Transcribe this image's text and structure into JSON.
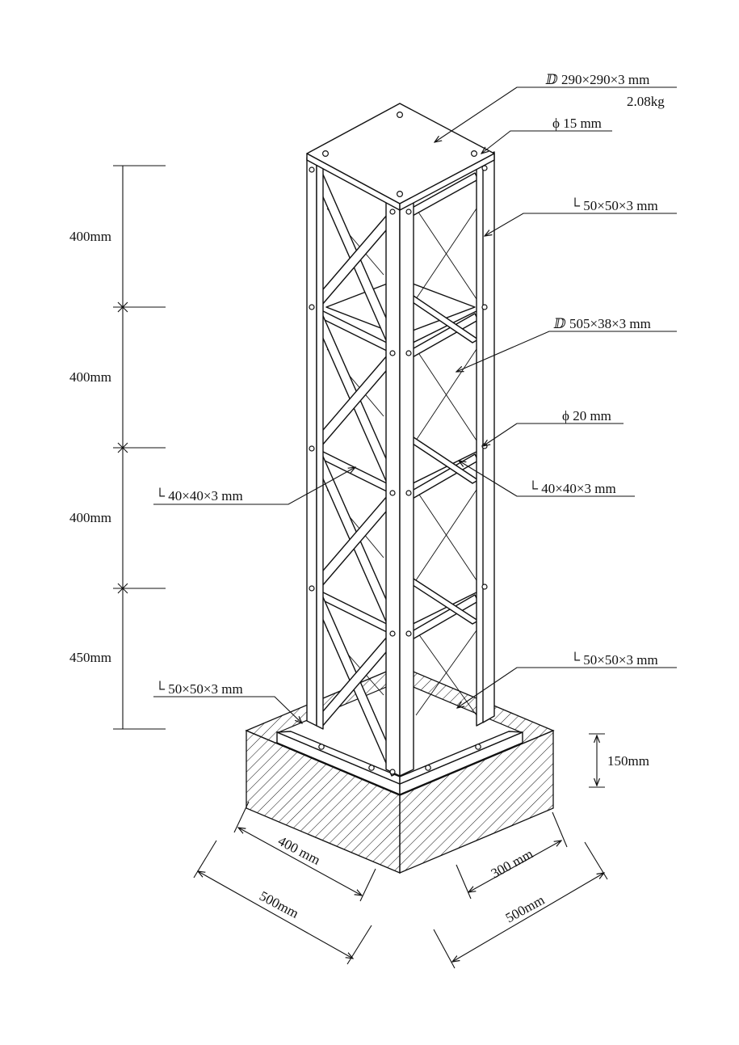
{
  "dimensions": {
    "seg1": "400mm",
    "seg2": "400mm",
    "seg3": "400mm",
    "seg4": "450mm",
    "base_height": "150mm",
    "base_inner": "400 mm",
    "base_outer_left": "500mm",
    "base_inner_right": "300 mm",
    "base_outer_right": "500mm"
  },
  "callouts": {
    "top_plate": "ⅅ 290×290×3 mm",
    "top_plate_weight": "2.08kg",
    "hole_top": "ϕ 15 mm",
    "leg_angle": "└ 50×50×3 mm",
    "band_plate": "ⅅ 505×38×3 mm",
    "hole_mid": "ϕ 20 mm",
    "brace_left": "└ 40×40×3 mm",
    "brace_right": "└ 40×40×3 mm",
    "base_angle_right": "└ 50×50×3 mm",
    "base_angle_left": "└ 50×50×3 mm"
  }
}
